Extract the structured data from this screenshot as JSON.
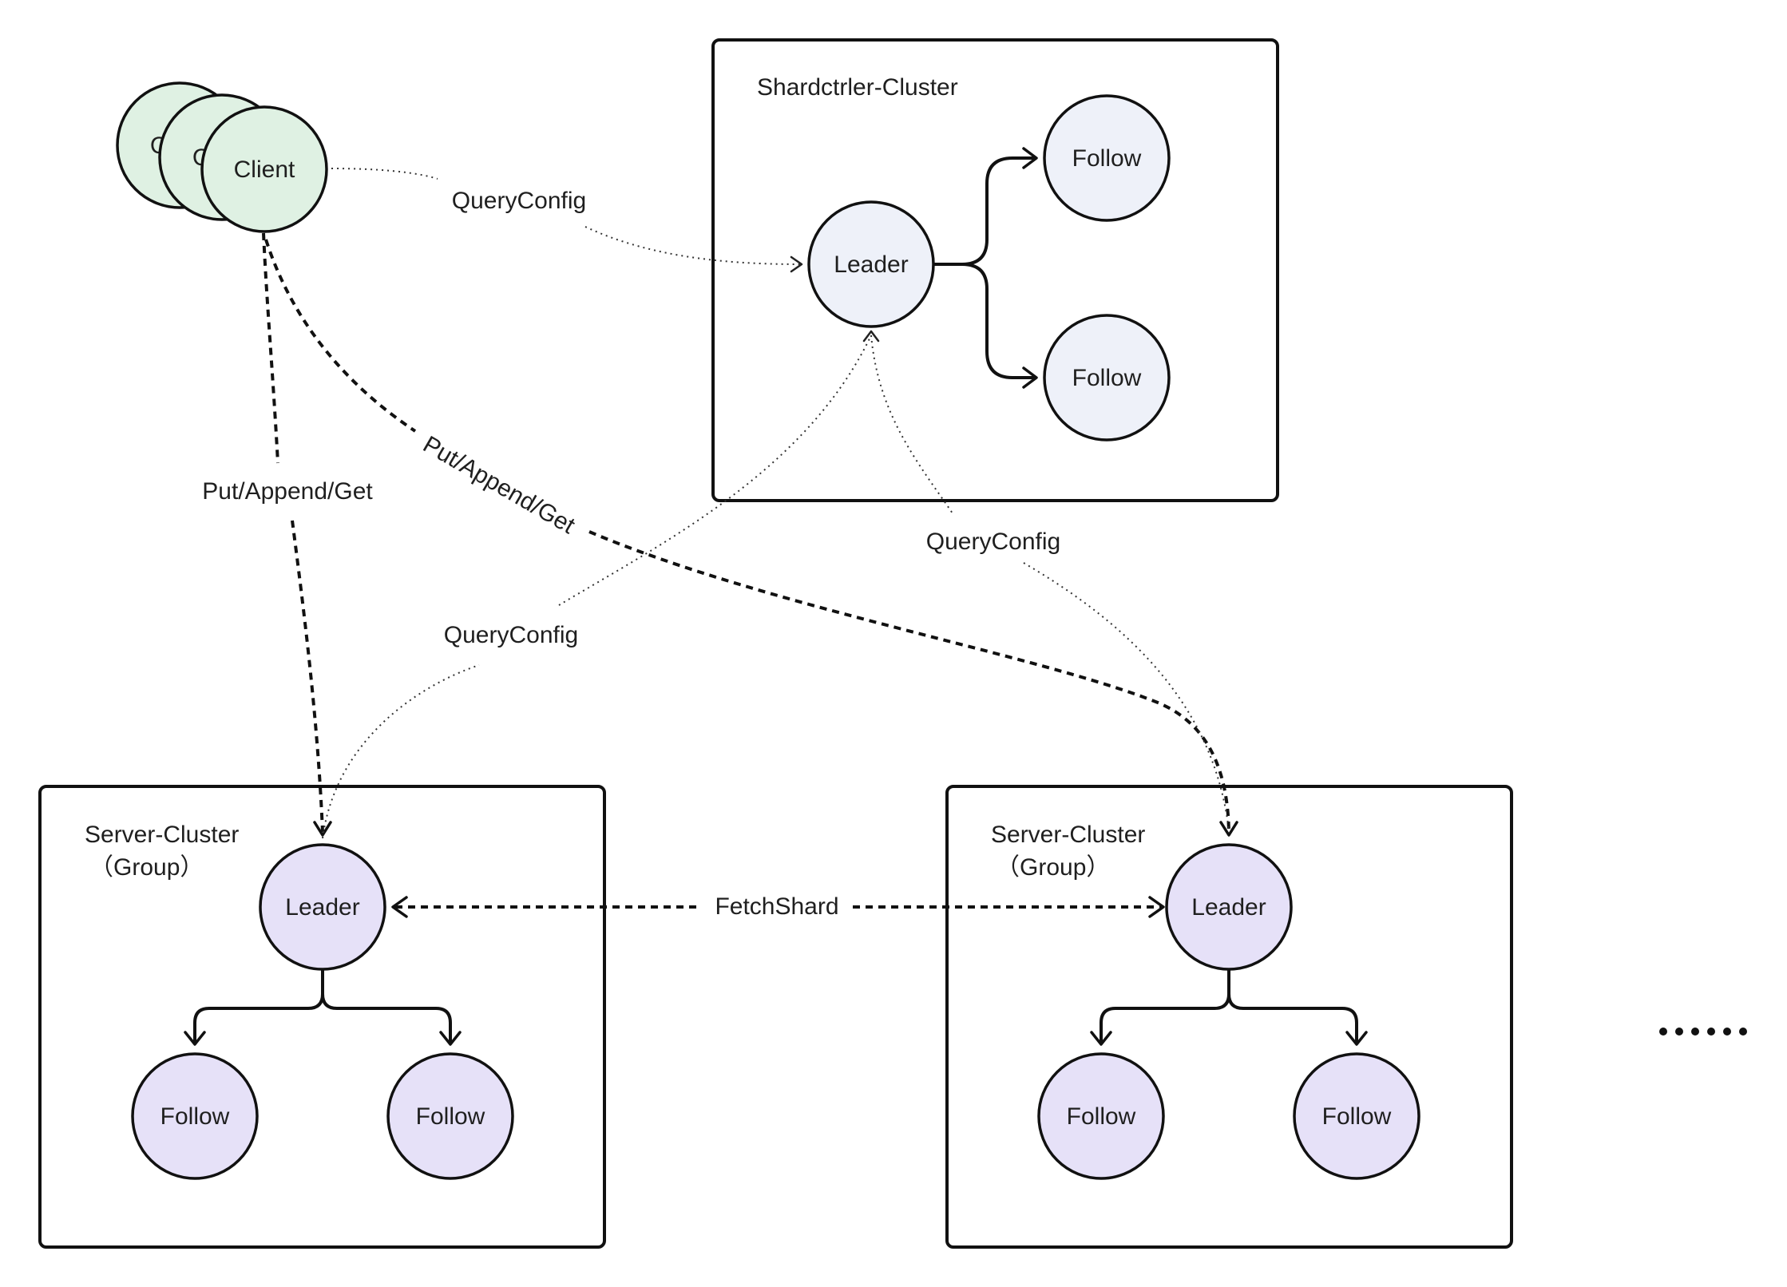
{
  "client": {
    "stack_labels": [
      "Cl",
      "Cl"
    ],
    "label": "Client"
  },
  "shardctrler": {
    "title": "Shardctrler-Cluster",
    "leader": "Leader",
    "followers": [
      "Follow",
      "Follow"
    ]
  },
  "server_groups": [
    {
      "title_line1": "Server-Cluster",
      "title_line2": "（Group）",
      "leader": "Leader",
      "followers": [
        "Follow",
        "Follow"
      ]
    },
    {
      "title_line1": "Server-Cluster",
      "title_line2": "（Group）",
      "leader": "Leader",
      "followers": [
        "Follow",
        "Follow"
      ]
    }
  ],
  "edges": {
    "client_query": "QueryConfig",
    "client_put_left": "Put/Append/Get",
    "client_put_right": "Put/Append/Get",
    "group_left_query": "QueryConfig",
    "group_right_query": "QueryConfig",
    "fetch_shard": "FetchShard"
  },
  "colors": {
    "client_fill": "#dff1e3",
    "shardctrler_fill": "#eef1f9",
    "group_fill": "#e6e1f8"
  }
}
